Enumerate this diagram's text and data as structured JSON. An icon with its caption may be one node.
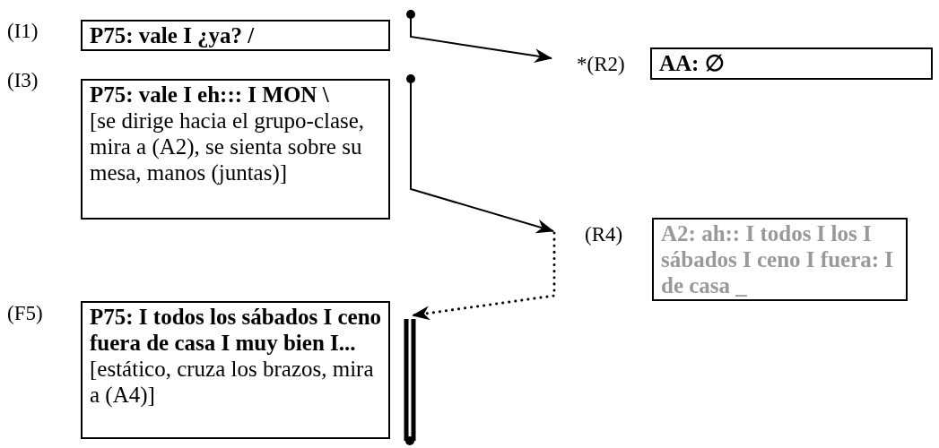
{
  "diagram": {
    "nodes": [
      {
        "text": [
          "P75: vale I ¿ya? /"
        ],
        "beside": [
          "(I1)"
        ]
      },
      {
        "text": [
          "AA: ∅"
        ],
        "beside": [
          "*(R2)"
        ]
      },
      {
        "text": [
          "P75: vale I eh::: I MON \\",
          "[se dirige hacia el grupo-clase, mira a (A2), se sienta sobre su mesa, manos (juntas)]"
        ],
        "beside": [
          "(I3)"
        ]
      },
      {
        "text": [
          "A2: ah:: I todos I los I sábados I ceno I fuera: I de casa _"
        ],
        "beside": [
          "(R4)"
        ]
      },
      {
        "text": [
          "P75: I todos los sábados I ceno fuera de casa I muy bien I...",
          "[estático, cruza los brazos, mira a (A4)]"
        ],
        "beside": [
          "(F5)"
        ]
      }
    ],
    "edges": [
      {
        "from": 0,
        "to": 1,
        "arrow": "to"
      },
      {
        "from": 2,
        "to": 3,
        "arrow": "to"
      },
      {
        "from": 3,
        "to": 4,
        "arrow": "to",
        "style": "dashed"
      },
      {
        "from": 4,
        "to": null,
        "arrow": "other",
        "style": "thick"
      }
    ]
  }
}
